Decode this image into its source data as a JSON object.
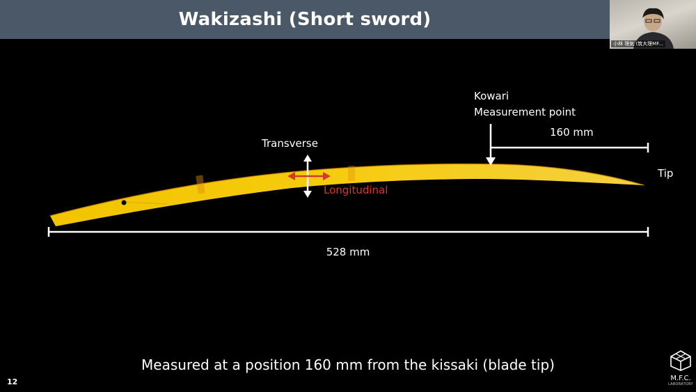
{
  "slide": {
    "title": "Wakizashi (Short sword)",
    "caption": "Measured at a position 160 mm from the kissaki (blade tip)",
    "page_number": "12"
  },
  "labels": {
    "kowari_line1": "Kowari",
    "kowari_line2": "Measurement point",
    "distance_from_tip": "160 mm",
    "tip": "Tip",
    "transverse": "Transverse",
    "longitudinal": "Longitudinal",
    "total_length": "528 mm"
  },
  "participant": {
    "name": "小林 理気 (筑大理MF..."
  },
  "logo": {
    "name": "M.F.C.",
    "sub": "LABORATORY"
  },
  "colors": {
    "title_bar": "#4a5868",
    "blade": "#f5c800",
    "longitudinal": "#d23a2a"
  }
}
